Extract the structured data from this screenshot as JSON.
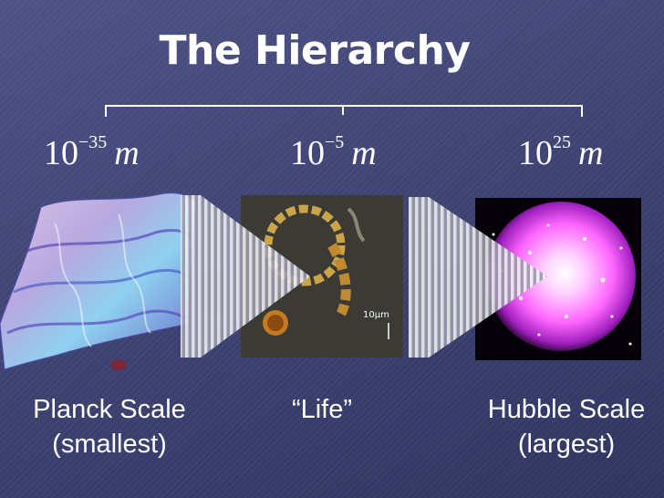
{
  "title": "The Hierarchy",
  "scales": [
    {
      "base": "10",
      "exponent": "−35",
      "unit": "m"
    },
    {
      "base": "10",
      "exponent": "−5",
      "unit": "m"
    },
    {
      "base": "10",
      "exponent": "25",
      "unit": "m"
    }
  ],
  "micro_scale_label": "10µm",
  "labels": [
    {
      "line1": "Planck Scale",
      "line2": "(smallest)"
    },
    {
      "line1": "“Life”",
      "line2": ""
    },
    {
      "line1": "Hubble Scale",
      "line2": "(largest)"
    }
  ],
  "colors": {
    "background": "#3e4373",
    "text": "#ffffff",
    "arrow": "#a8a8b4",
    "galaxy": "#ff66ff"
  }
}
